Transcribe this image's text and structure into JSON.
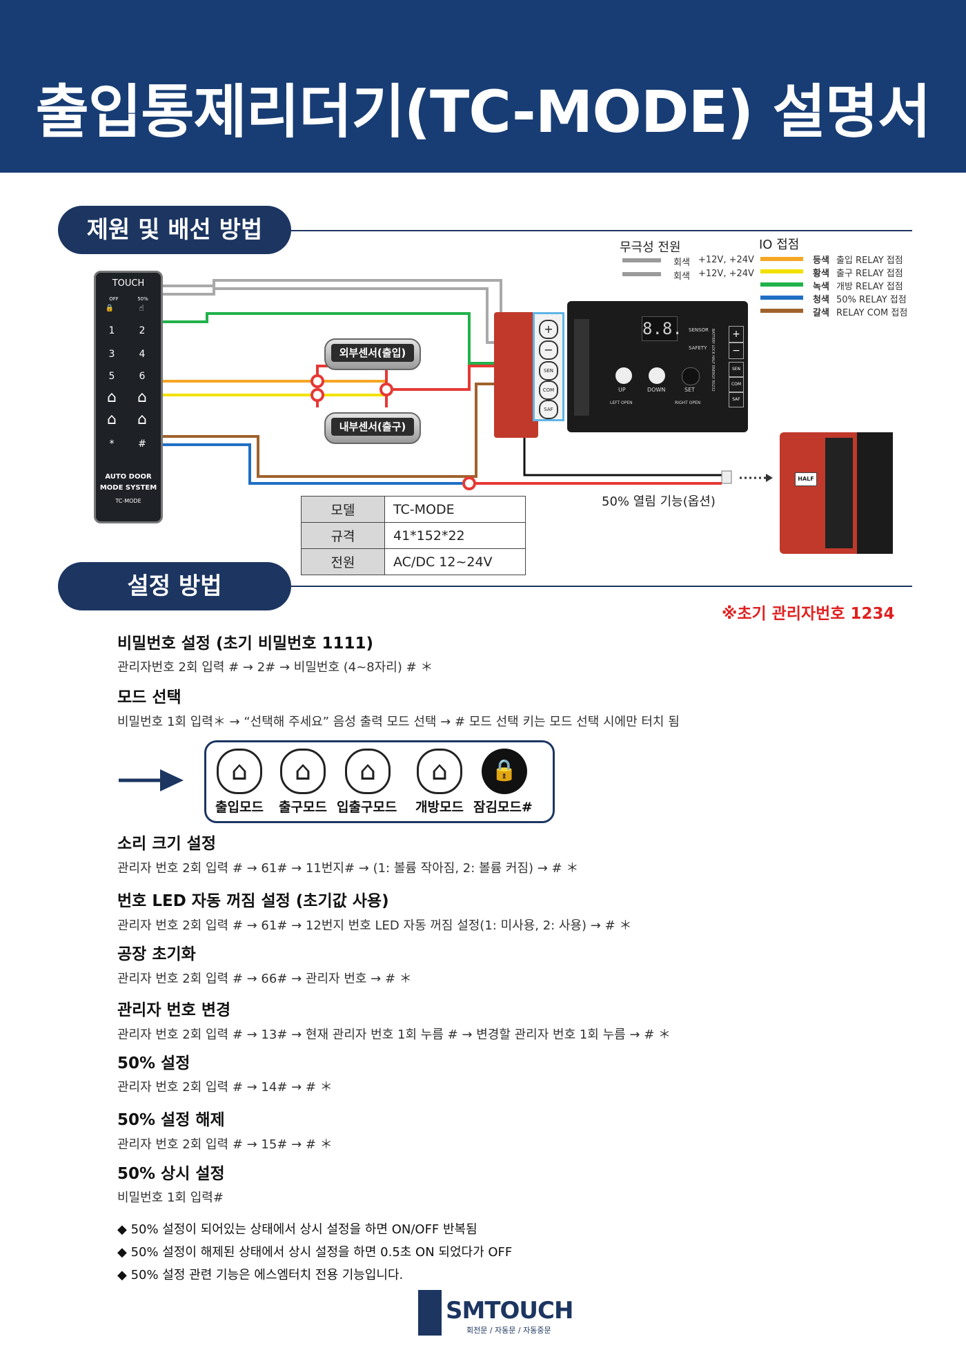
{
  "header": {
    "title": "출입통제리더기(TC-MODE) 설명서"
  },
  "sections": {
    "spec_title": "제원 및 배선 방법",
    "setup_title": "설정 방법"
  },
  "keypad": {
    "brand": "TOUCH",
    "small": [
      "OFF",
      "50%"
    ],
    "keys": [
      "1",
      "2",
      "3",
      "4",
      "5",
      "6"
    ],
    "star": "*",
    "hash": "#",
    "footer1": "AUTO DOOR",
    "footer2": "MODE SYSTEM",
    "footer3": "TC-MODE"
  },
  "sensors": {
    "outer": "외부센서(출입)",
    "inner": "내부센서(출구)"
  },
  "power": {
    "title": "무극성 전원",
    "rows": [
      {
        "color": "회색",
        "spec": "+12V, +24V"
      },
      {
        "color": "회색",
        "spec": "+12V, +24V"
      }
    ]
  },
  "io": {
    "title": "IO 접점",
    "rows": [
      {
        "color": "등색",
        "desc": "출입 RELAY 접점",
        "hex": "#f5a623"
      },
      {
        "color": "황색",
        "desc": "출구 RELAY 접점",
        "hex": "#f3e100"
      },
      {
        "color": "녹색",
        "desc": "개방 RELAY 접점",
        "hex": "#21b24b"
      },
      {
        "color": "청색",
        "desc": "50% RELAY 접점",
        "hex": "#1f6fc4"
      },
      {
        "color": "갈색",
        "desc": "RELAY COM 접점",
        "hex": "#a0622c"
      }
    ]
  },
  "terminal": {
    "plus": "+",
    "minus": "−",
    "sen": "SEN",
    "com": "COM",
    "saf": "SAF"
  },
  "controller": {
    "display": "8.8.",
    "sensor": "SENSOR",
    "safety": "SAFETY",
    "up": "UP",
    "down": "DOWN",
    "set": "SET",
    "left_open": "LEFT OPEN",
    "right_open": "RIGHT OPEN",
    "side": [
      "SEN",
      "COM",
      "SAF"
    ],
    "battery": "BATTERY LOCK HALF ENERGY RS232"
  },
  "half": {
    "label": "HALF",
    "caption": "50% 열림 기능(옵션)"
  },
  "spec_table": [
    {
      "k": "모델",
      "v": "TC-MODE"
    },
    {
      "k": "규격",
      "v": "41*152*22"
    },
    {
      "k": "전원",
      "v": "AC/DC 12~24V"
    }
  ],
  "admin_note": "※초기 관리자번호 1234",
  "settings": [
    {
      "h": "비밀번호 설정 (초기 비밀번호 1111)",
      "b": "관리자번호 2회 입력 # → 2# → 비밀번호 (4~8자리) # ＊"
    },
    {
      "h": "모드 선택",
      "b": "비밀번호 1회 입력＊ → “선택해 주세요” 음성 출력 모드 선택 → # 모드 선택 키는 모드 선택 시에만 터치 됨"
    }
  ],
  "modes": [
    "출입모드",
    "출구모드",
    "입출구모드",
    "개방모드",
    "잠김모드#"
  ],
  "settings2": [
    {
      "h": "소리 크기 설정",
      "b": "관리자 번호 2회 입력 # → 61# → 11번지# → (1: 볼륨 작아짐, 2: 볼륨 커짐) → # ＊"
    },
    {
      "h": "번호 LED 자동 꺼짐 설정 (초기값 사용)",
      "b": "관리자 번호 2회 입력 # → 61# → 12번지 번호 LED 자동 꺼짐 설정(1: 미사용, 2: 사용) → # ＊"
    },
    {
      "h": "공장 초기화",
      "b": "관리자 번호 2회 입력 # → 66# → 관리자 번호 → # ＊"
    },
    {
      "h": "관리자 번호 변경",
      "b": "관리자 번호 2회 입력 # → 13# → 현재 관리자 번호 1회 누름 # → 변경할 관리자 번호 1회 누름 → # ＊"
    },
    {
      "h": "50% 설정",
      "b": "관리자 번호 2회 입력 # → 14# → # ＊"
    },
    {
      "h": "50% 설정 해제",
      "b": "관리자 번호 2회 입력 # → 15# → # ＊"
    },
    {
      "h": "50% 상시 설정",
      "b": "비밀번호 1회 입력#"
    }
  ],
  "notes": [
    "◆ 50% 설정이 되어있는 상태에서 상시 설정을 하면 ON/OFF 반복됨",
    "◆ 50% 설정이 해제된 상태에서 상시 설정을 하면 0.5초 ON 되었다가 OFF",
    "◆ 50% 설정 관련 기능은 에스엠터치 전용 기능입니다."
  ],
  "logo": {
    "name": "SMTOUCH",
    "sub": "회전문 / 자동문 / 자동중문"
  }
}
